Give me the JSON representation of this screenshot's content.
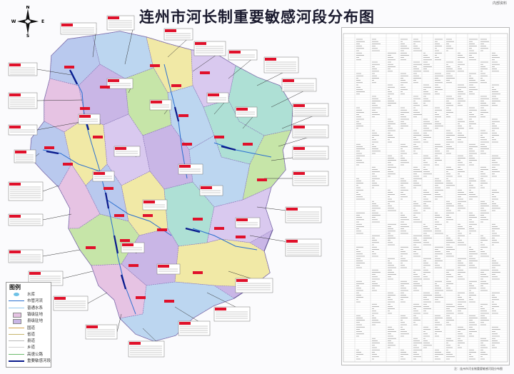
{
  "map": {
    "title": "连州市河长制重要敏感河段分布图",
    "corner_label": "内部资料",
    "colors": {
      "background": "#fbfbfd",
      "river": "#2a6fd0",
      "sensitive_segment": "#0a1a8c",
      "callout_tag": "#e0102a",
      "leader_line": "#333333"
    },
    "region_colors": [
      "#c9b6e6",
      "#b9c9ee",
      "#aee0d5",
      "#f1e9a6",
      "#c6e5a8",
      "#e6c3e3",
      "#bcd6f0",
      "#d9c9ef"
    ],
    "compass": {
      "north": "N",
      "south": "S",
      "west": "W",
      "east": "E",
      "icon": "compass-rose-icon"
    }
  },
  "legend": {
    "title": "图例",
    "items": [
      {
        "label": "水库",
        "symbol": "reservoir",
        "color": "#6ec1e6"
      },
      {
        "label": "市管河流",
        "symbol": "line",
        "color": "#2a6fd0"
      },
      {
        "label": "普通水系",
        "symbol": "line",
        "color": "#8ec6ee"
      },
      {
        "label": "镇级驻地",
        "symbol": "area",
        "color": "#e6c3e3"
      },
      {
        "label": "县级驻地",
        "symbol": "area",
        "color": "#c9b6e6"
      },
      {
        "label": "国道",
        "symbol": "line",
        "color": "#d5a24a"
      },
      {
        "label": "省道",
        "symbol": "line",
        "color": "#c7b56c"
      },
      {
        "label": "县道",
        "symbol": "line",
        "color": "#b9b9b9"
      },
      {
        "label": "乡道",
        "symbol": "line",
        "color": "#d2d2d2"
      },
      {
        "label": "高速公路",
        "symbol": "line",
        "color": "#6dbb6d"
      },
      {
        "label": "重要敏感河段",
        "symbol": "bold-line",
        "color": "#0a1a8c"
      }
    ]
  },
  "footnote": "注：连州市河长制重要敏感河段分布图"
}
